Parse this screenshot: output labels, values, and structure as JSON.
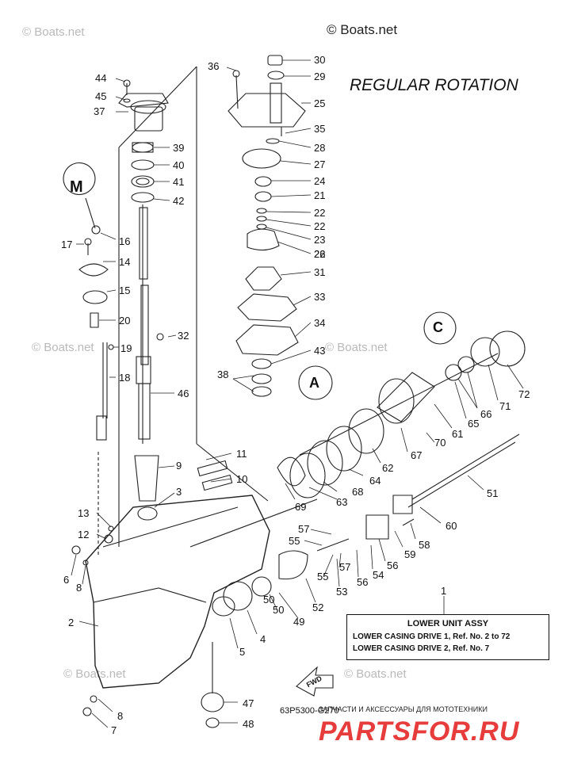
{
  "watermark": {
    "copyright": "© Boats.net",
    "faint": [
      "© Boats.net",
      "© Boats.net",
      "© Boats.net",
      "© Boats.net",
      "© Boats.net"
    ]
  },
  "heading": "REGULAR ROTATION",
  "callouts": [
    "44",
    "45",
    "37",
    "39",
    "40",
    "41",
    "42",
    "16",
    "17",
    "14",
    "15",
    "20",
    "19",
    "18",
    "36",
    "30",
    "29",
    "25",
    "35",
    "28",
    "27",
    "24",
    "21",
    "22",
    "22",
    "23",
    "22",
    "26",
    "31",
    "33",
    "34",
    "32",
    "46",
    "43",
    "38",
    "72",
    "71",
    "66",
    "65",
    "61",
    "70",
    "67",
    "62",
    "64",
    "63",
    "68",
    "69",
    "51",
    "11",
    "10",
    "9",
    "3",
    "13",
    "12",
    "6",
    "8",
    "57",
    "55",
    "58",
    "60",
    "59",
    "56",
    "54",
    "57",
    "55",
    "56",
    "53",
    "52",
    "50",
    "50",
    "49",
    "4",
    "5",
    "2",
    "1",
    "47",
    "48",
    "8",
    "7"
  ],
  "assembly": {
    "title": "LOWER UNIT ASSY",
    "line1": "LOWER CASING DRIVE 1,  Ref. No. 2 to 72",
    "line2": "LOWER CASING DRIVE 2,  Ref. No. 7"
  },
  "diagram_code": "63P5300-G270",
  "fwd_label": "FWD",
  "site": {
    "tagline": "ЗАПЧАСТИ И АКСЕССУАРЫ ДЛЯ МОТОТЕХНИКИ",
    "logo": "PARTSFOR.RU"
  },
  "inset_icons": [
    "M",
    "A",
    "C"
  ]
}
